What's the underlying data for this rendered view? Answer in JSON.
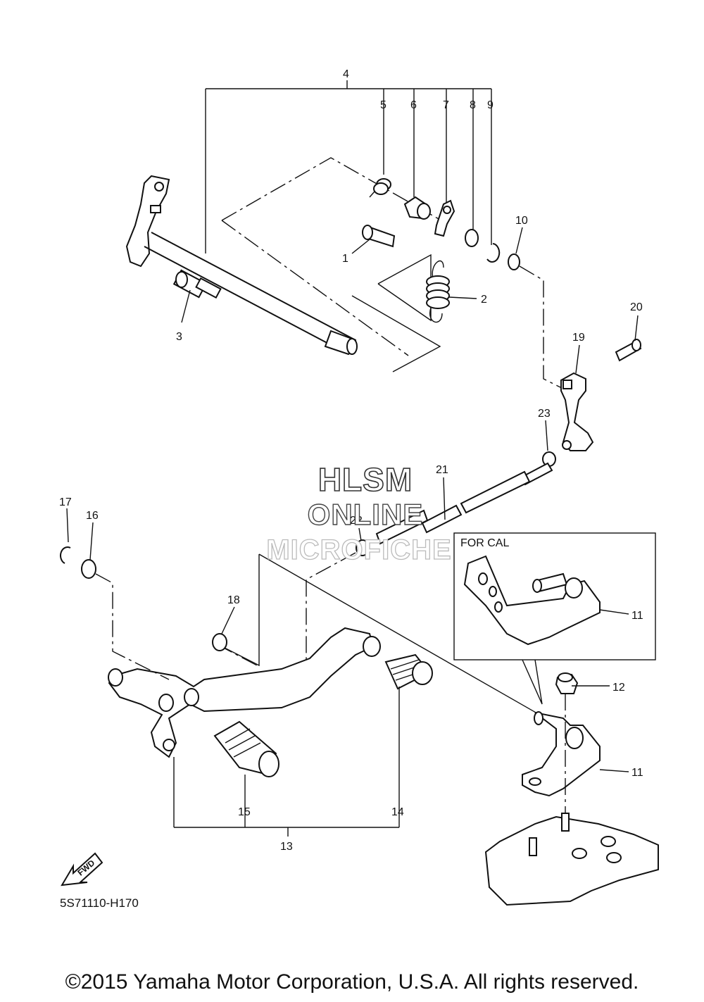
{
  "watermark": {
    "line1": "HLSM",
    "line2": "ONLINE",
    "line3": "MICROFICHE"
  },
  "callouts": [
    "1",
    "2",
    "3",
    "4",
    "5",
    "6",
    "7",
    "8",
    "9",
    "10",
    "11",
    "11",
    "12",
    "13",
    "14",
    "15",
    "16",
    "17",
    "18",
    "19",
    "20",
    "21",
    "22",
    "23"
  ],
  "inset_label": "FOR CAL",
  "fwd_label": "FWD",
  "diagram_code": "5S71110-H170",
  "copyright": "©2015 Yamaha Motor Corporation, U.S.A. All rights reserved."
}
